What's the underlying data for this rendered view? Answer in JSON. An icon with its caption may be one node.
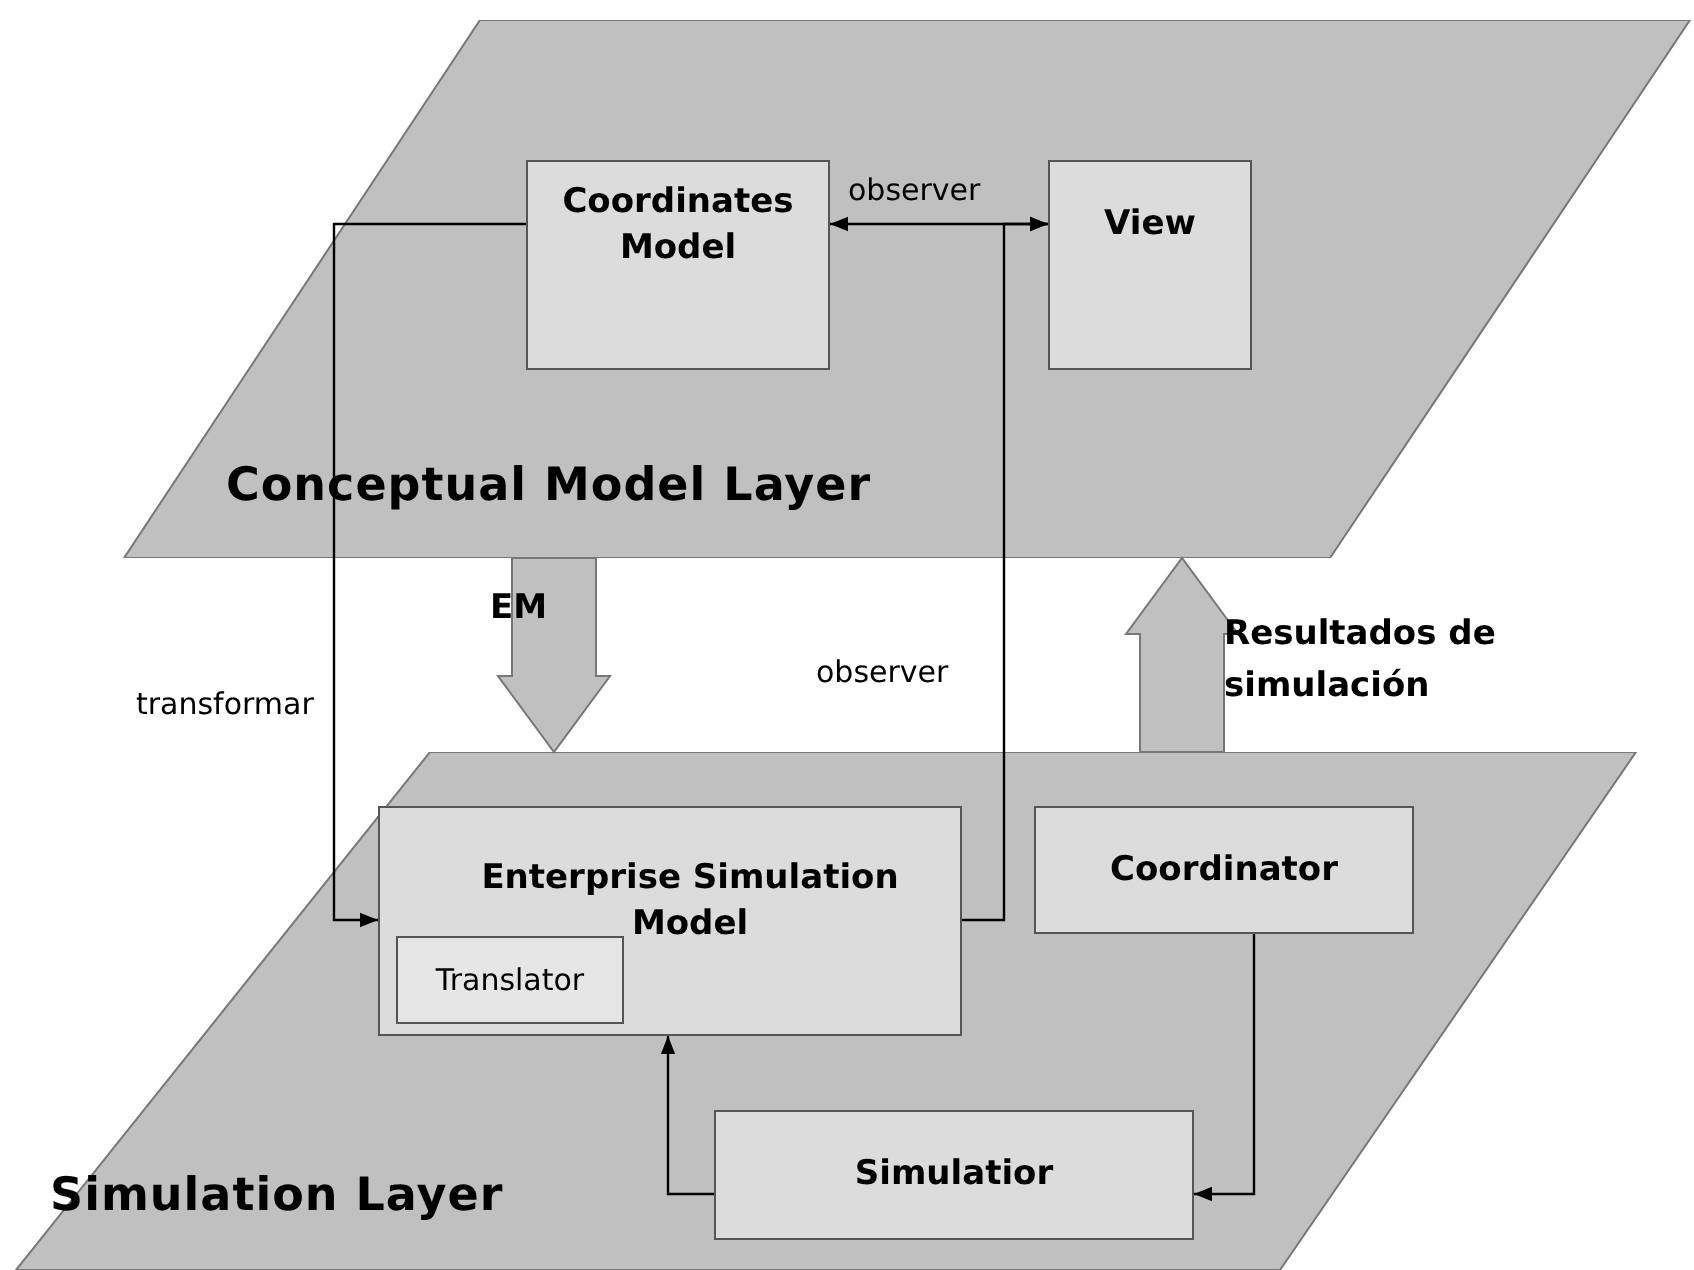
{
  "diagram": {
    "nodes": [
      {
        "text": [
          "Conceptual Model Layer"
        ]
      },
      {
        "text": [
          "Coordinates Model"
        ],
        "in": 0
      },
      {
        "text": [
          "View"
        ],
        "in": 0
      },
      {
        "text": [
          "Simulation Layer"
        ]
      },
      {
        "text": [
          "Enterprise Simulation Model"
        ],
        "in": 3
      },
      {
        "text": [
          "Translator"
        ],
        "in": 4
      },
      {
        "text": [
          "Coordinator"
        ],
        "in": 3
      },
      {
        "text": [
          "Simulatior"
        ],
        "in": 3
      }
    ],
    "edges": [
      {
        "from": 1,
        "to": 2,
        "arrow": "both",
        "label": "observer"
      },
      {
        "from": 1,
        "to": 4,
        "arrow": "to",
        "label": "transformar"
      },
      {
        "from": 4,
        "to": 2,
        "arrow": "to",
        "label": "observer"
      },
      {
        "from": 6,
        "to": 7,
        "arrow": "to"
      },
      {
        "from": 7,
        "to": 4,
        "arrow": "to"
      },
      {
        "from": 0,
        "to": 3,
        "arrow": "to",
        "label": "EM",
        "style": "thick",
        "color": "#c0c0c0"
      },
      {
        "from": 3,
        "to": 0,
        "arrow": "to",
        "label": "Resultados de simulación",
        "style": "thick",
        "color": "#c0c0c0"
      }
    ]
  }
}
